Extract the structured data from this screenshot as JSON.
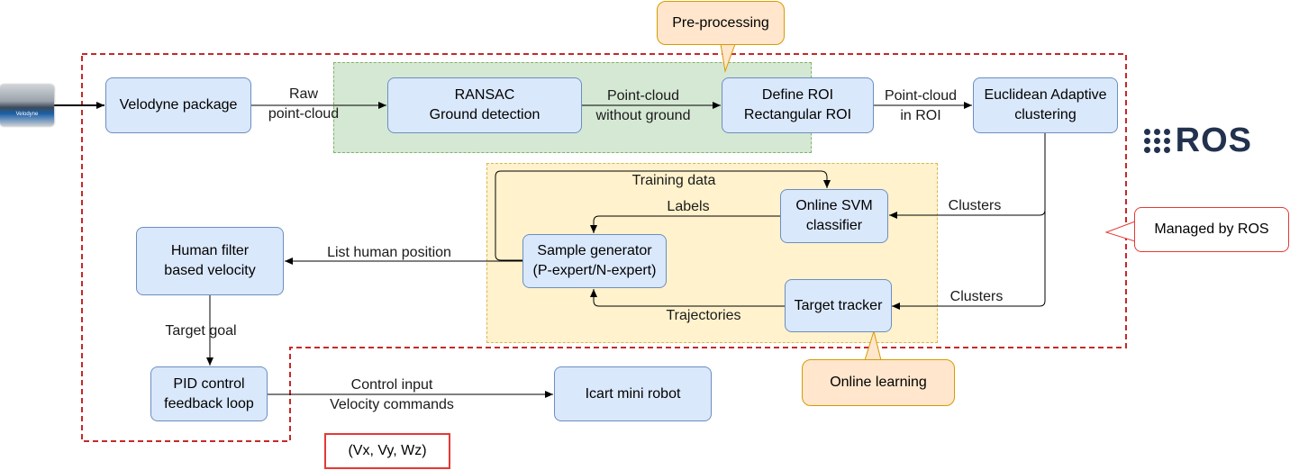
{
  "callouts": {
    "preprocessing": "Pre-processing",
    "online_learning": "Online learning",
    "managed_by_ros": "Managed by ROS"
  },
  "logos": {
    "sensor": "Velodyne",
    "ros": "ROS"
  },
  "nodes": {
    "velodyne_package": "Velodyne package",
    "ransac": "RANSAC\nGround detection",
    "define_roi": "Define ROI\nRectangular ROI",
    "euclidean": "Euclidean Adaptive\nclustering",
    "online_svm": "Online SVM\nclassifier",
    "sample_generator": "Sample generator\n(P-expert/N-expert)",
    "target_tracker": "Target tracker",
    "human_filter": "Human filter\nbased velocity",
    "pid_control": "PID control\nfeedback loop",
    "icart": "Icart mini robot"
  },
  "edge_labels": {
    "raw_pointcloud": "Raw\npoint-cloud",
    "pointcloud_without_ground": "Point-cloud\nwithout ground",
    "pointcloud_in_roi": "Point-cloud\nin ROI",
    "training_data": "Training data",
    "labels": "Labels",
    "clusters_svm": "Clusters",
    "clusters_tracker": "Clusters",
    "list_human_position": "List human position",
    "trajectories": "Trajectories",
    "target_goal": "Target goal",
    "control_input": "Control input\nVelocity commands"
  },
  "velocity_box": "(Vx, Vy, Wz)",
  "colors": {
    "node_fill": "#dae8fc",
    "node_stroke": "#6c8ebf",
    "preprocessing_fill": "#d5e8d4",
    "online_learning_fill": "#fff2cc",
    "ros_boundary": "#c62828",
    "callout_orange": "#ffe6cc"
  }
}
